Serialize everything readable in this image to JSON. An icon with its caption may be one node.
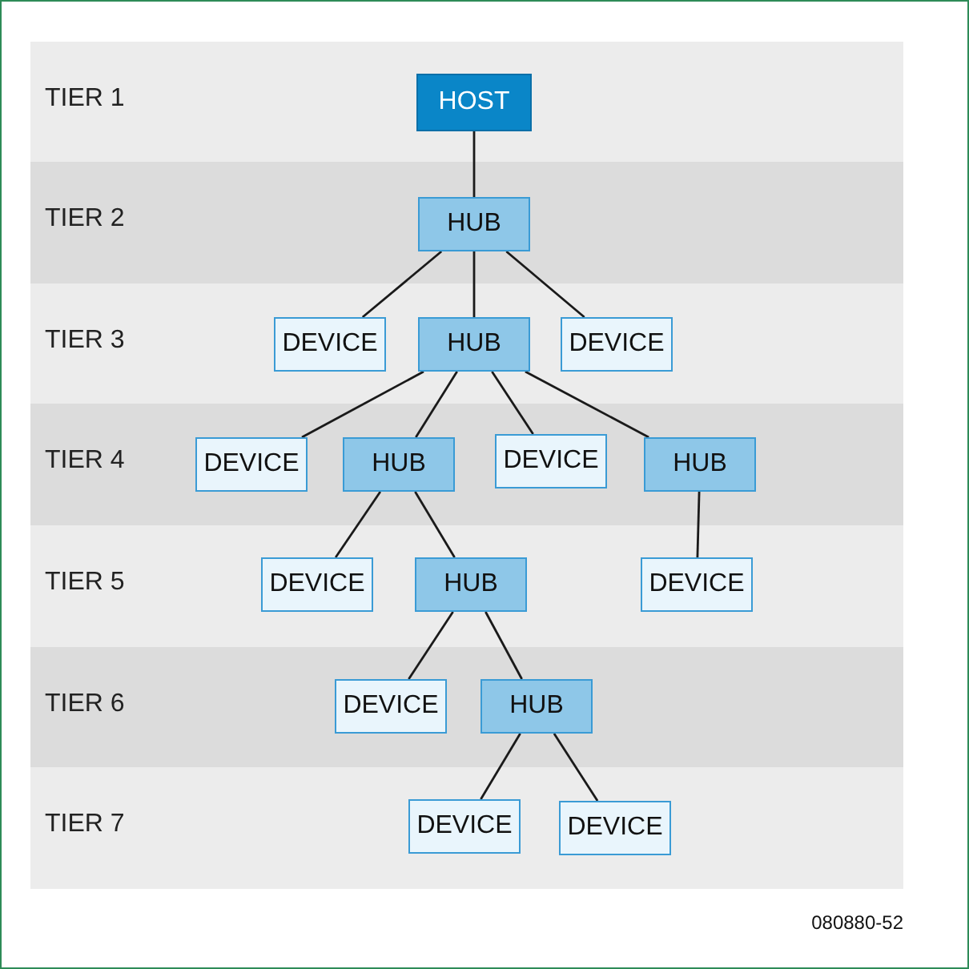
{
  "diagram": {
    "nodes": [
      {
        "text": [
          "TIER 1"
        ]
      },
      {
        "text": [
          "HOST"
        ],
        "in": 0
      },
      {
        "text": [
          "TIER 2"
        ]
      },
      {
        "text": [
          "HUB"
        ],
        "in": 2
      },
      {
        "text": [
          "TIER 3"
        ]
      },
      {
        "text": [
          "DEVICE"
        ],
        "in": 4
      },
      {
        "text": [
          "HUB"
        ],
        "in": 4
      },
      {
        "text": [
          "DEVICE"
        ],
        "in": 4
      },
      {
        "text": [
          "TIER 4"
        ]
      },
      {
        "text": [
          "DEVICE"
        ],
        "in": 8
      },
      {
        "text": [
          "HUB"
        ],
        "in": 8
      },
      {
        "text": [
          "DEVICE"
        ],
        "in": 8
      },
      {
        "text": [
          "HUB"
        ],
        "in": 8
      },
      {
        "text": [
          "TIER 5"
        ]
      },
      {
        "text": [
          "DEVICE"
        ],
        "in": 13
      },
      {
        "text": [
          "HUB"
        ],
        "in": 13
      },
      {
        "text": [
          "DEVICE"
        ],
        "in": 13
      },
      {
        "text": [
          "TIER 6"
        ]
      },
      {
        "text": [
          "DEVICE"
        ],
        "in": 17
      },
      {
        "text": [
          "HUB"
        ],
        "in": 17
      },
      {
        "text": [
          "TIER 7"
        ]
      },
      {
        "text": [
          "DEVICE"
        ],
        "in": 20
      },
      {
        "text": [
          "DEVICE"
        ],
        "in": 20
      }
    ],
    "edges": [
      {
        "from": 1,
        "to": 3,
        "arrow": "none"
      },
      {
        "from": 3,
        "to": 5,
        "arrow": "none"
      },
      {
        "from": 3,
        "to": 6,
        "arrow": "none"
      },
      {
        "from": 3,
        "to": 7,
        "arrow": "none"
      },
      {
        "from": 6,
        "to": 9,
        "arrow": "none"
      },
      {
        "from": 6,
        "to": 10,
        "arrow": "none"
      },
      {
        "from": 6,
        "to": 11,
        "arrow": "none"
      },
      {
        "from": 6,
        "to": 12,
        "arrow": "none"
      },
      {
        "from": 10,
        "to": 14,
        "arrow": "none"
      },
      {
        "from": 10,
        "to": 15,
        "arrow": "none"
      },
      {
        "from": 12,
        "to": 16,
        "arrow": "none"
      },
      {
        "from": 15,
        "to": 18,
        "arrow": "none"
      },
      {
        "from": 15,
        "to": 19,
        "arrow": "none"
      },
      {
        "from": 19,
        "to": 21,
        "arrow": "none"
      },
      {
        "from": 19,
        "to": 22,
        "arrow": "none"
      }
    ],
    "labels": [
      "080880-52"
    ]
  }
}
